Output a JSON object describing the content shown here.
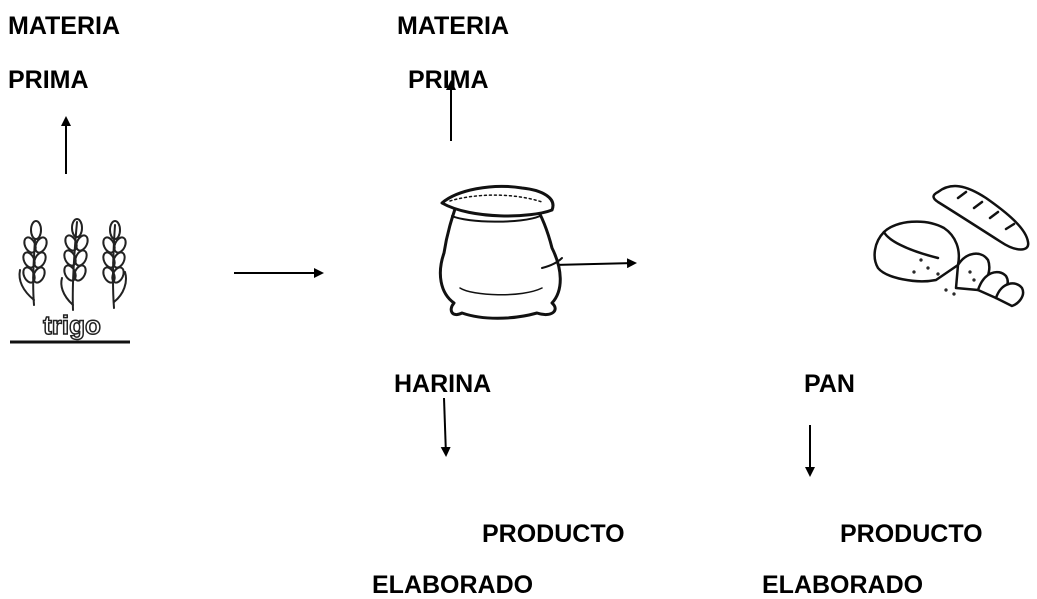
{
  "labels": {
    "materia_prima_1": [
      "MATERIA",
      "PRIMA"
    ],
    "materia_prima_2": [
      "MATERIA",
      "PRIMA"
    ],
    "harina": "HARINA",
    "pan": "PAN",
    "producto_elaborado_1": [
      "PRODUCTO",
      "ELABORADO"
    ],
    "producto_elaborado_2": [
      "PRODUCTO",
      "ELABORADO"
    ]
  },
  "images": {
    "wheat_caption": "trigo"
  }
}
